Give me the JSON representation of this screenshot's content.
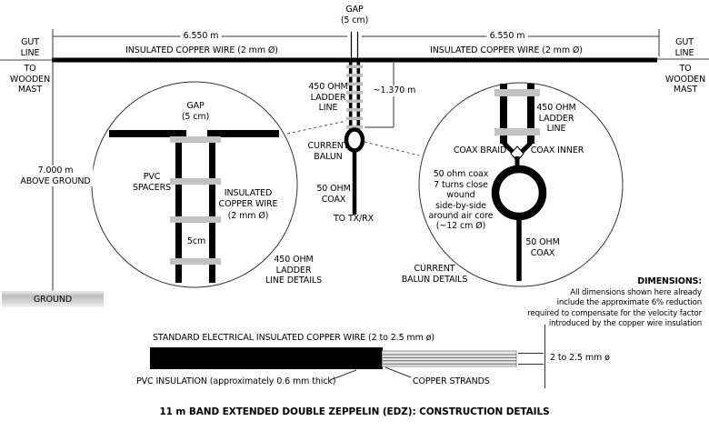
{
  "title": "11 m BAND EXTENDED DOUBLE ZEPPELIN (EDZ): CONSTRUCTION DETAILS",
  "colors": {
    "ink": "#000000",
    "spacer_gray": "#c2c2c2",
    "ground_gray": "#c9c9c9",
    "strand_field": "#e9e9e9"
  },
  "top": {
    "gap": "GAP\n(5 cm)",
    "dim_left": "6.550 m",
    "dim_right": "6.550 m",
    "wire_left": "INSULATED COPPER WIRE (2 mm Ø)",
    "wire_right": "INSULATED COPPER WIRE (2 mm Ø)",
    "gut_left": "GUT\nLINE",
    "gut_right": "GUT\nLINE",
    "mast_left": "TO\nWOODEN\nMAST",
    "mast_right": "TO\nWOODEN\nMAST"
  },
  "left_side": {
    "height": "7.000 m\nABOVE GROUND",
    "ground": "GROUND"
  },
  "center": {
    "ladder": "450 OHM\nLADDER\nLINE",
    "drop": "~1.370 m",
    "balun": "CURRENT\nBALUN",
    "coax": "50 OHM\nCOAX",
    "txrx": "TO TX/RX"
  },
  "ladder_detail": {
    "gap": "GAP\n(5 cm)",
    "spacers": "PVC\nSPACERS",
    "wire": "INSULATED\nCOPPER WIRE",
    "wire_dia": "(2 mm Ø)",
    "spacing": "5cm",
    "caption": "450 OHM\nLADDER\nLINE DETAILS"
  },
  "balun_detail": {
    "ladder": "450 OHM\nLADDER\nLINE",
    "braid": "COAX BRAID",
    "inner": "COAX INNER",
    "coil": "50 ohm coax\n7 turns close\nwound\nside-by-side\naround air core",
    "coil_dia": "(~12 cm Ø)",
    "coax": "50 OHM\nCOAX",
    "caption": "CURRENT\nBALUN DETAILS"
  },
  "dimensions_note": {
    "heading": "DIMENSIONS:",
    "body": "All dimensions shown here already\ninclude the approximate 6% reduction\nrequired to compensate for the velocity factor\nintroduced by the copper wire insulation"
  },
  "wire_detail": {
    "label": "STANDARD ELECTRICAL INSULATED COPPER WIRE (2 to 2.5 mm ø)",
    "pvc": "PVC INSULATION (approximately 0.6 mm thick)",
    "strands": "COPPER STRANDS",
    "diameter": "2 to 2.5 mm ø"
  }
}
